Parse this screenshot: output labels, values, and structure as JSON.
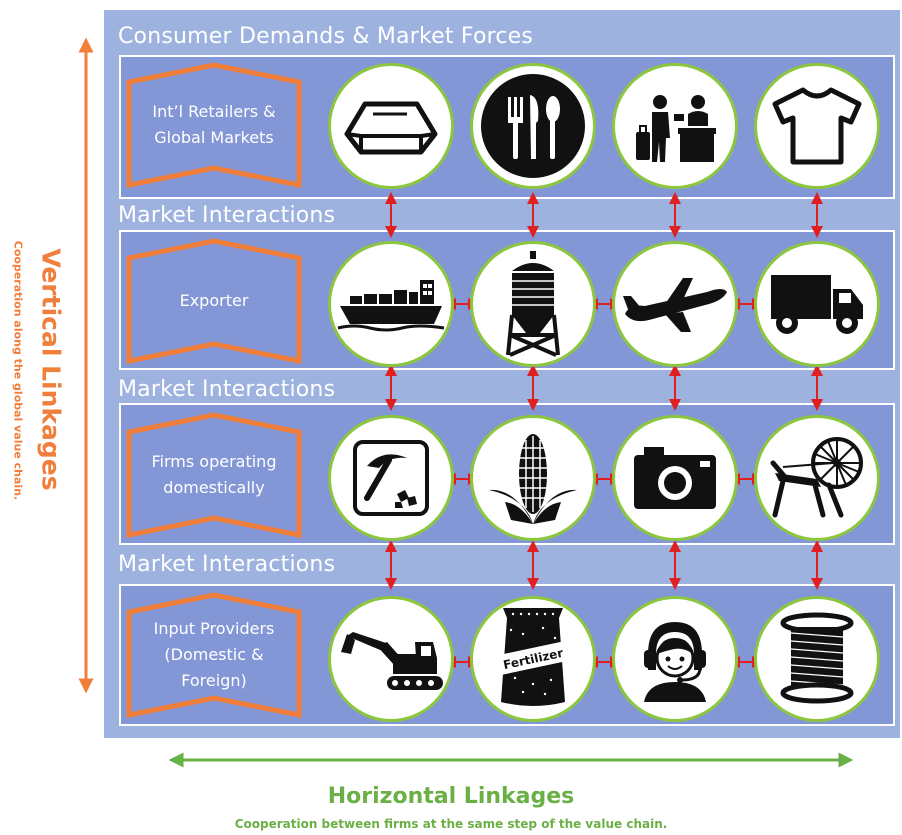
{
  "top_title": "Consumer Demands & Market Forces",
  "rows": [
    {
      "label": "Int’l Retailers &\nGlobal Markets",
      "icons": [
        "gold-bar-icon",
        "fork-knife-spoon-icon",
        "hotel-reception-icon",
        "tshirt-icon"
      ]
    },
    {
      "label": "Exporter",
      "icons": [
        "cargo-ship-icon",
        "grain-silo-icon",
        "airplane-icon",
        "delivery-truck-icon"
      ]
    },
    {
      "label": "Firms operating\ndomestically",
      "icons": [
        "mining-pickaxe-icon",
        "corn-icon",
        "camera-icon",
        "spinning-wheel-icon"
      ]
    },
    {
      "label": "Input Providers\n(Domestic &\nForeign)",
      "icons": [
        "excavator-icon",
        "fertilizer-bag-icon",
        "call-center-agent-icon",
        "thread-spool-icon"
      ]
    }
  ],
  "interaction_labels": [
    "Market Interactions",
    "Market Interactions",
    "Market Interactions"
  ],
  "vertical": {
    "title": "Vertical Linkages",
    "subtitle": "Cooperation along the global value chain."
  },
  "horizontal": {
    "title": "Horizontal Linkages",
    "subtitle": "Cooperation between firms at the same step of the value chain."
  },
  "colors": {
    "panel": "#9eb2df",
    "band": "#8397d6",
    "chevron": "#f07f3c",
    "node_border": "#8cc63f",
    "link_arrow": "#e02020",
    "vertical_arrow": "#f07f3c",
    "horizontal_arrow": "#6ab046"
  }
}
